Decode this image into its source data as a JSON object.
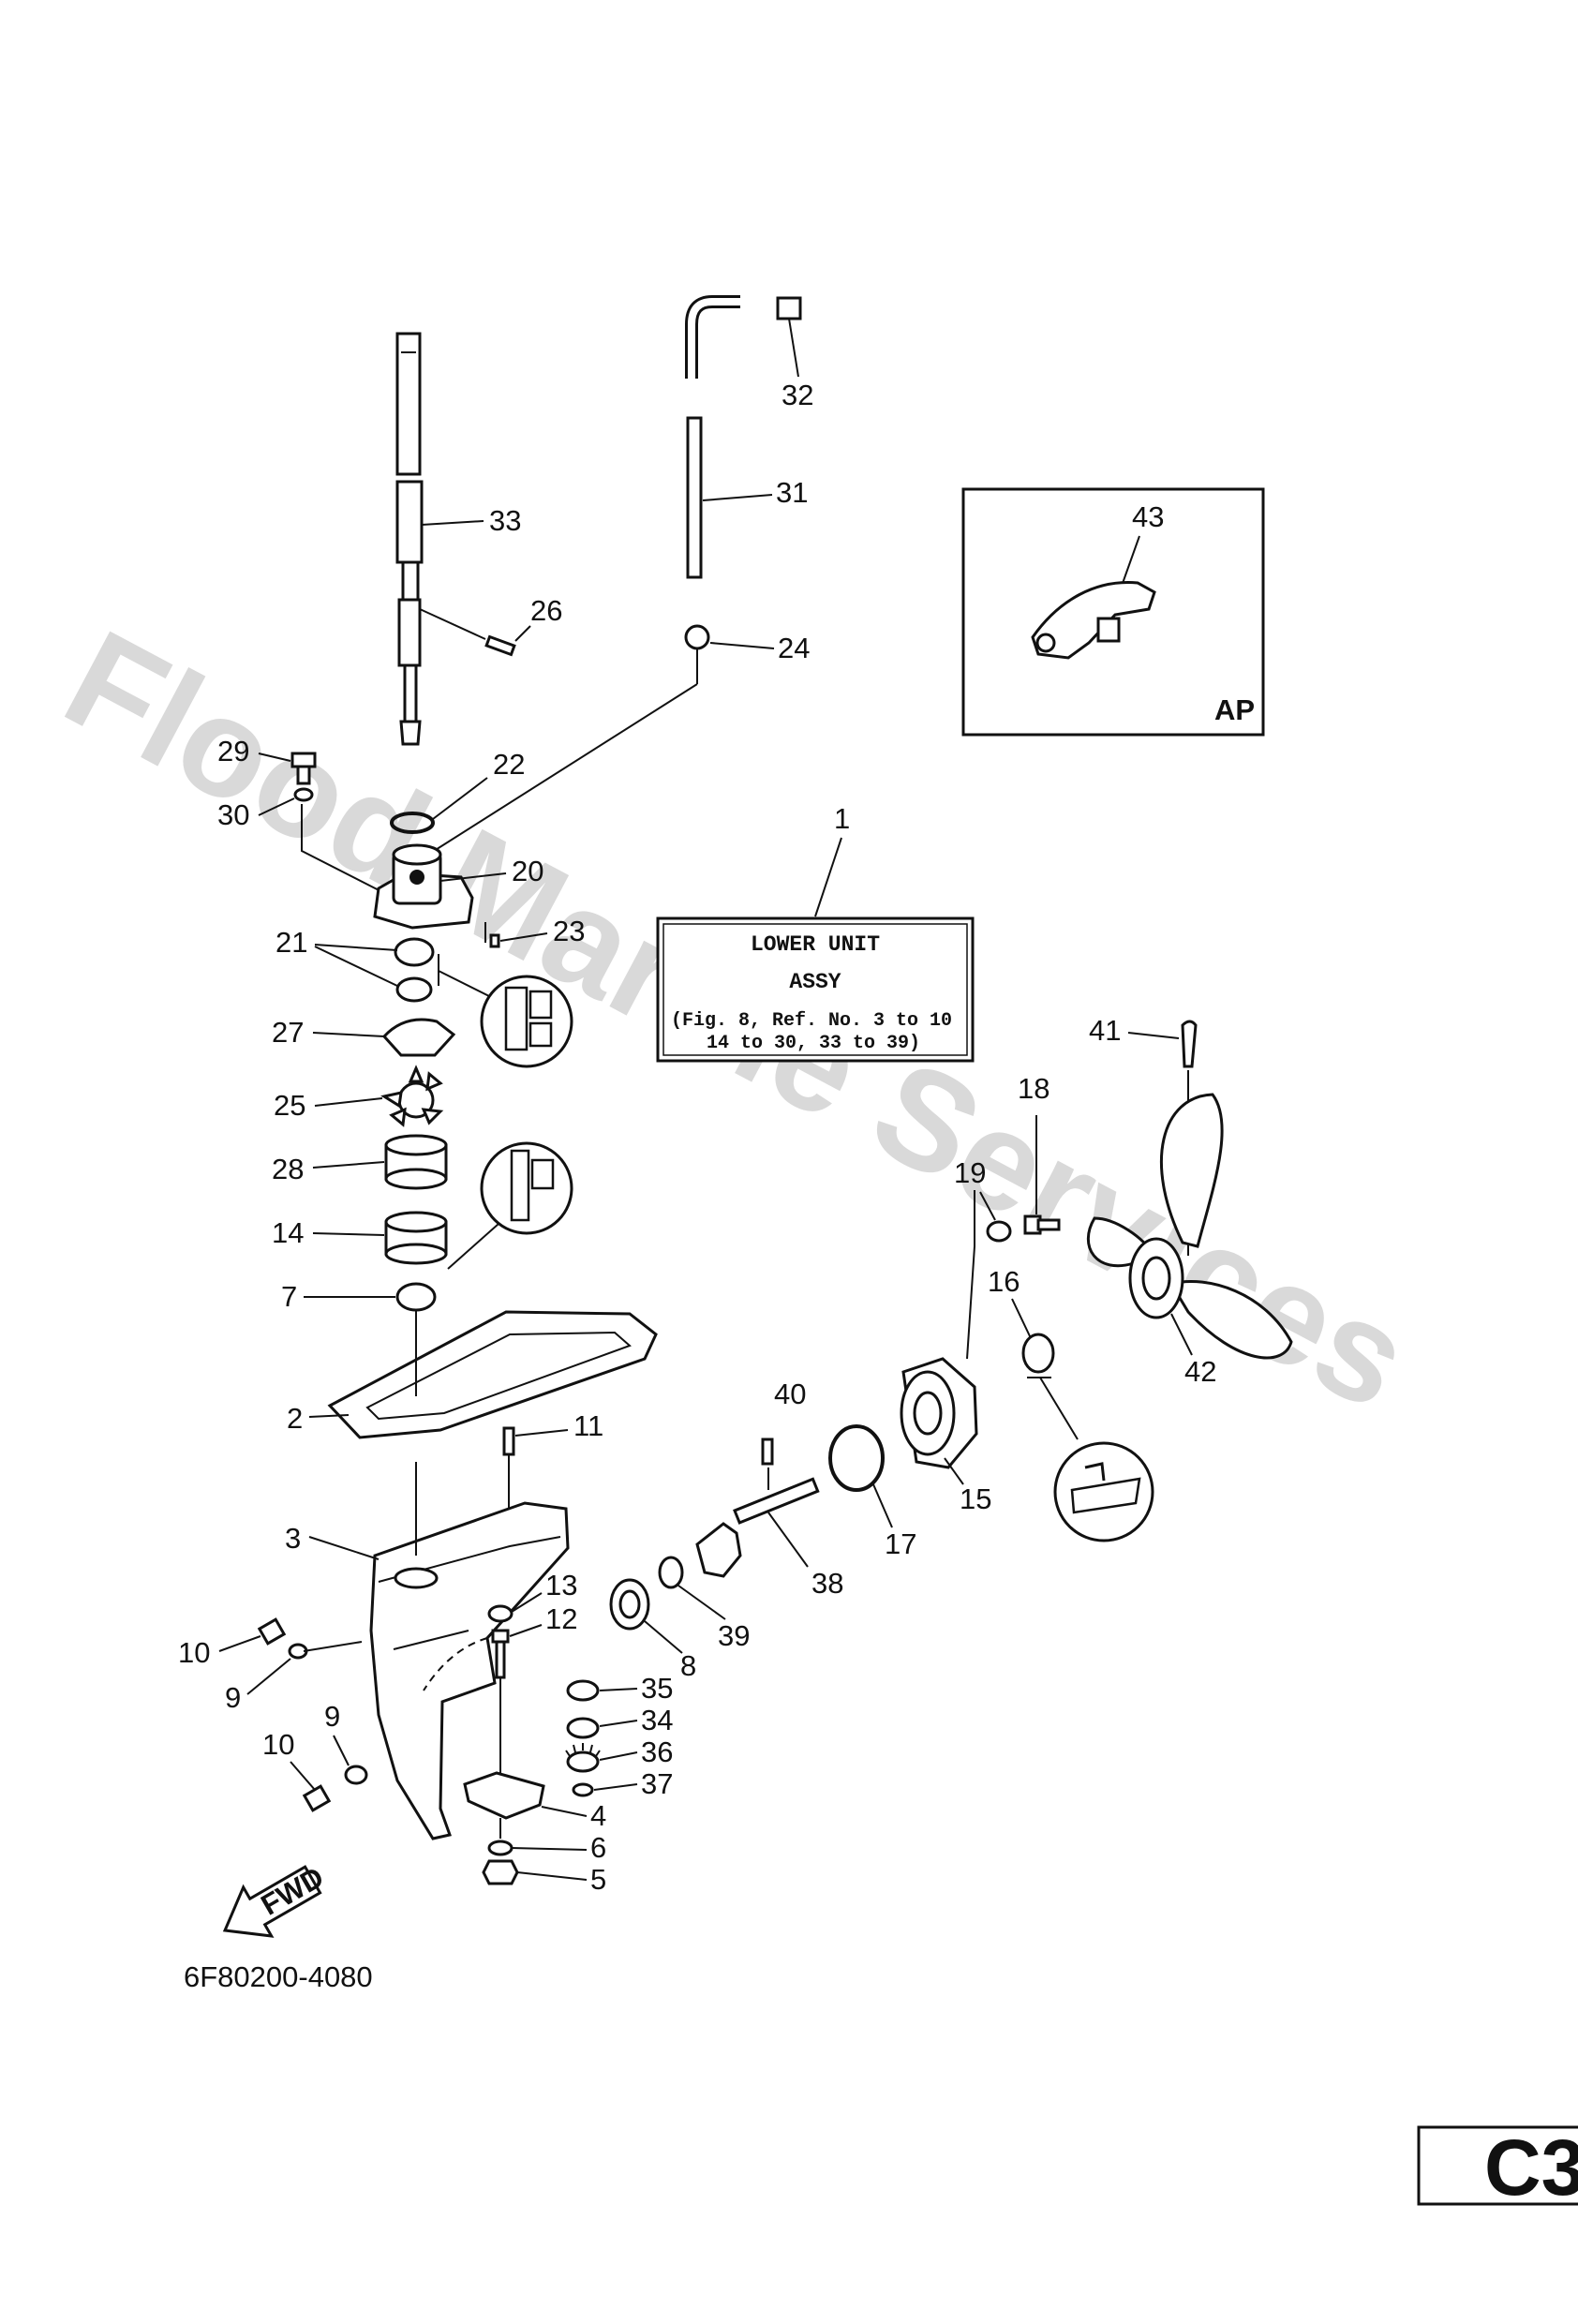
{
  "watermark": "Flood Marine Services",
  "diagram_code": "6F80200-4080",
  "page_tag": "C3",
  "ap_box": {
    "label": "AP",
    "part": "43"
  },
  "assy_box": {
    "ref": "1",
    "line1": "LOWER UNIT",
    "line2": "ASSY",
    "line3": "(Fig. 8, Ref. No. 3 to 10",
    "line4": "14 to 30, 33 to 39)"
  },
  "fwd_label": "FWD",
  "callouts": [
    {
      "id": "c32",
      "text": "32"
    },
    {
      "id": "c31",
      "text": "31"
    },
    {
      "id": "c33",
      "text": "33"
    },
    {
      "id": "c26",
      "text": "26"
    },
    {
      "id": "c24",
      "text": "24"
    },
    {
      "id": "c29",
      "text": "29"
    },
    {
      "id": "c22",
      "text": "22"
    },
    {
      "id": "c30",
      "text": "30"
    },
    {
      "id": "c20",
      "text": "20"
    },
    {
      "id": "c23",
      "text": "23"
    },
    {
      "id": "c21",
      "text": "21"
    },
    {
      "id": "c27",
      "text": "27"
    },
    {
      "id": "c25",
      "text": "25"
    },
    {
      "id": "c28",
      "text": "28"
    },
    {
      "id": "c14",
      "text": "14"
    },
    {
      "id": "c7",
      "text": "7"
    },
    {
      "id": "c2",
      "text": "2"
    },
    {
      "id": "c11",
      "text": "11"
    },
    {
      "id": "c3",
      "text": "3"
    },
    {
      "id": "c13",
      "text": "13"
    },
    {
      "id": "c12",
      "text": "12"
    },
    {
      "id": "c10a",
      "text": "10"
    },
    {
      "id": "c9a",
      "text": "9"
    },
    {
      "id": "c9b",
      "text": "9"
    },
    {
      "id": "c10b",
      "text": "10"
    },
    {
      "id": "c35",
      "text": "35"
    },
    {
      "id": "c34",
      "text": "34"
    },
    {
      "id": "c36",
      "text": "36"
    },
    {
      "id": "c37",
      "text": "37"
    },
    {
      "id": "c4",
      "text": "4"
    },
    {
      "id": "c6",
      "text": "6"
    },
    {
      "id": "c5",
      "text": "5"
    },
    {
      "id": "c8",
      "text": "8"
    },
    {
      "id": "c39",
      "text": "39"
    },
    {
      "id": "c38",
      "text": "38"
    },
    {
      "id": "c40",
      "text": "40"
    },
    {
      "id": "c17",
      "text": "17"
    },
    {
      "id": "c15",
      "text": "15"
    },
    {
      "id": "c16",
      "text": "16"
    },
    {
      "id": "c19",
      "text": "19"
    },
    {
      "id": "c18",
      "text": "18"
    },
    {
      "id": "c41",
      "text": "41"
    },
    {
      "id": "c42",
      "text": "42"
    }
  ]
}
